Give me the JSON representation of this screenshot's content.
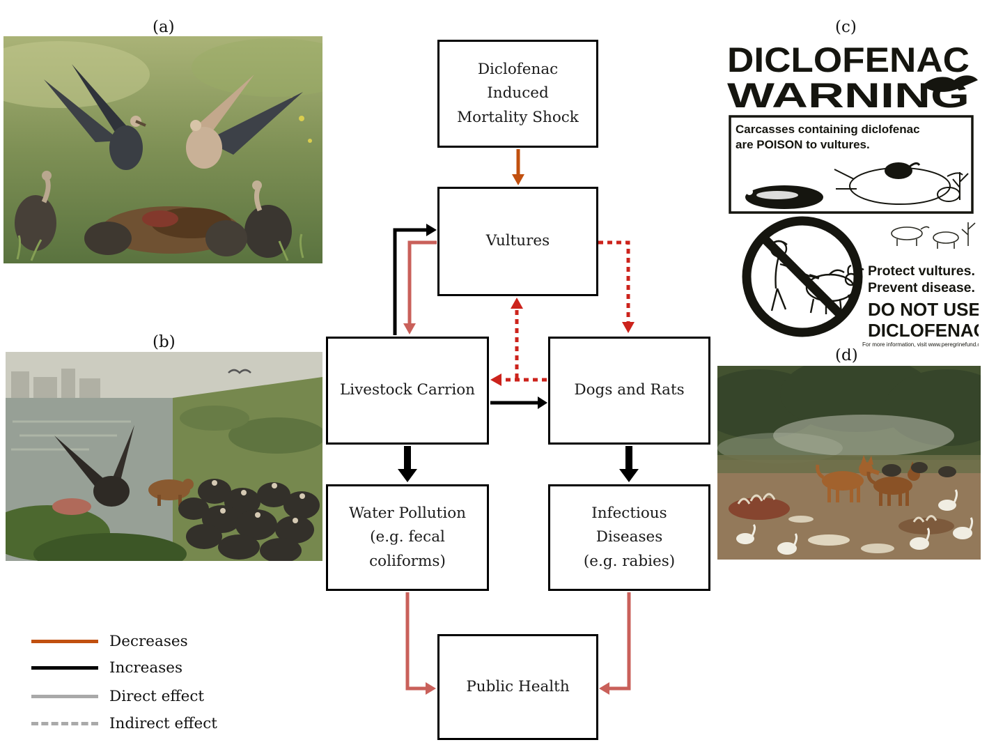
{
  "panel_labels": {
    "a": "(a)",
    "b": "(b)",
    "c": "(c)",
    "d": "(d)"
  },
  "flowchart": {
    "nodes": {
      "shock": {
        "label": "Diclofenac\nInduced\nMortality Shock"
      },
      "vultures": {
        "label": "Vultures"
      },
      "livestock": {
        "label": "Livestock Carrion"
      },
      "dogs": {
        "label": "Dogs and Rats"
      },
      "water": {
        "label": "Water Pollution\n(e.g. fecal\ncoliforms)"
      },
      "diseases": {
        "label": "Infectious\nDiseases\n(e.g. rabies)"
      },
      "health": {
        "label": "Public Health"
      }
    },
    "colors": {
      "decrease_orange": "#c1500f",
      "increase_black": "#000000",
      "direct_red": "#c9605a",
      "indirect_red": "#cc231c",
      "legend_gray": "#a9a9a9"
    }
  },
  "legend": {
    "items": [
      {
        "label": "Decreases"
      },
      {
        "label": "Increases"
      },
      {
        "label": "Direct effect"
      },
      {
        "label": "Indirect effect"
      }
    ]
  },
  "poster": {
    "title_line1": "DICLOFENAC",
    "title_line2": "WARNING",
    "carcass_text_line1": "Carcasses containing diclofenac",
    "carcass_text_line2": "are POISON to vultures.",
    "protect_line1": "Protect vultures.",
    "protect_line2": "Prevent disease.",
    "donotuse_line1": "DO NOT USE",
    "donotuse_line2": "DICLOFENAC.",
    "footer": "For more information, visit www.peregrinefund.org"
  }
}
